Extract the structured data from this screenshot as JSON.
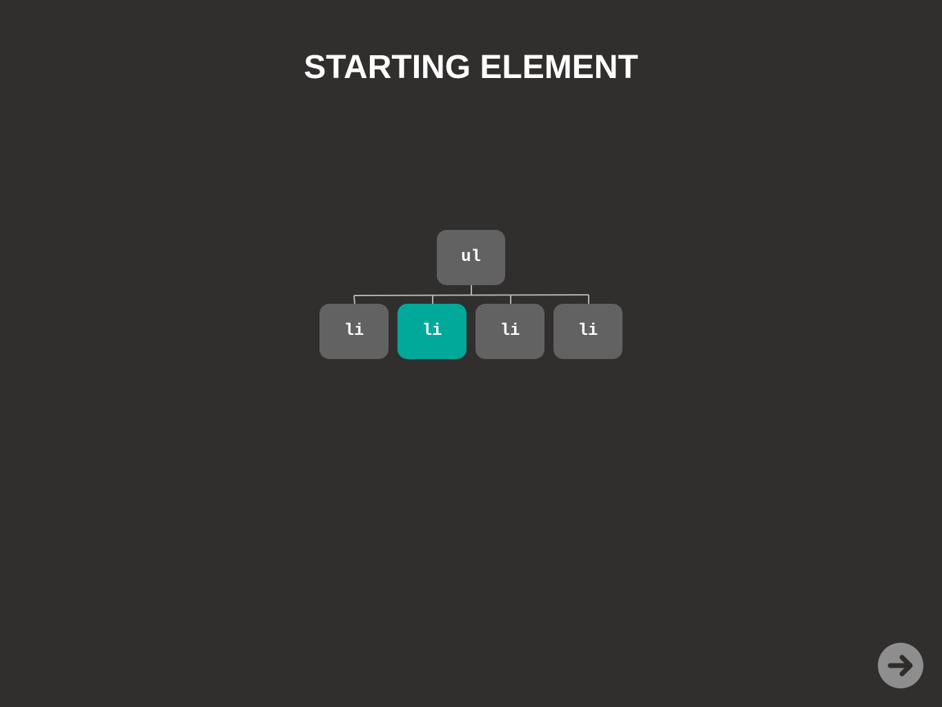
{
  "slide": {
    "title": "STARTING ELEMENT"
  },
  "tree": {
    "root": {
      "label": "ul"
    },
    "children": [
      {
        "label": "li",
        "highlighted": false
      },
      {
        "label": "li",
        "highlighted": true
      },
      {
        "label": "li",
        "highlighted": false
      },
      {
        "label": "li",
        "highlighted": false
      }
    ]
  },
  "navigation": {
    "next_icon": "arrow-right-icon"
  },
  "colors": {
    "background": "#312f2e",
    "node": "#636262",
    "highlight": "#00a99a",
    "connector": "#b3b3b3",
    "nav_button": "#8f8e8e",
    "nav_arrow": "#2f2d2c"
  }
}
